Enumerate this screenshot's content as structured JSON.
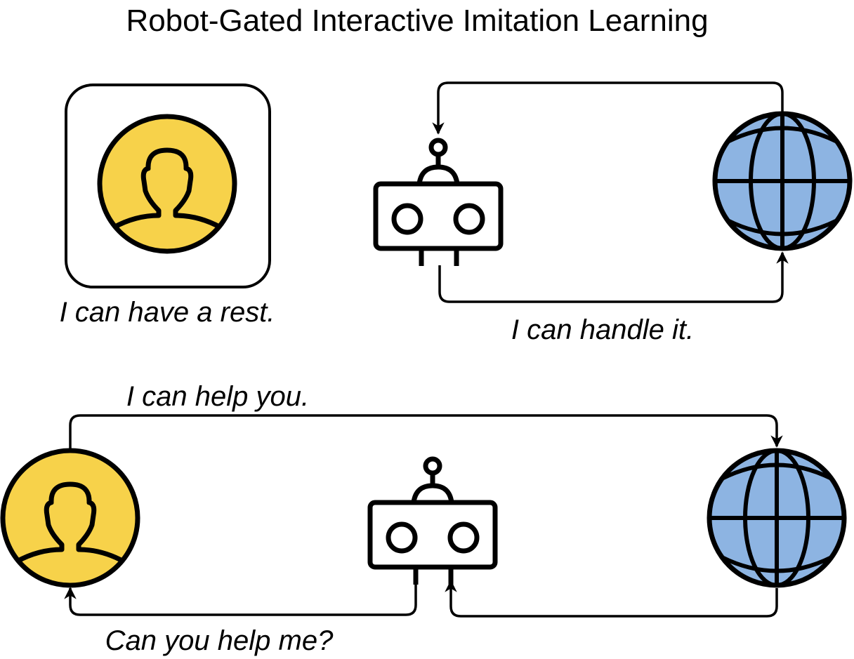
{
  "title": "Robot-Gated Interactive Imitation Learning",
  "colors": {
    "human": "#F7D24A",
    "environment": "#8DB4E2",
    "stroke": "#000000"
  },
  "top_scenario": {
    "human_caption": "I can have a rest.",
    "robot_caption": "I can handle it."
  },
  "bottom_scenario": {
    "human_caption": "I can help you.",
    "robot_caption": "Can you help me?"
  }
}
